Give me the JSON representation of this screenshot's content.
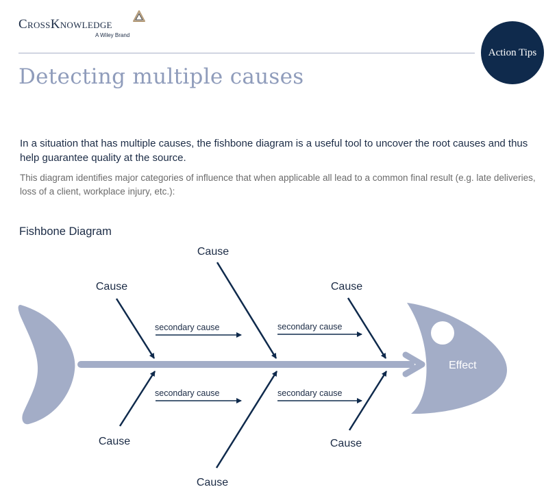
{
  "header": {
    "logo_text": "CrossKnowledge",
    "logo_subtext": "A Wiley Brand",
    "badge_label": "Action Tips"
  },
  "page": {
    "title": "Detecting multiple causes",
    "intro": "In a situation that has multiple causes, the fishbone diagram is a useful tool to uncover the root causes and thus help guarantee quality at the source.",
    "detail": "This diagram identifies major categories of influence that when applicable all lead to a common final result (e.g. late deliveries, loss of a client, workplace injury, etc.):",
    "section_heading": "Fishbone Diagram"
  },
  "diagram": {
    "cause_labels": [
      "Cause",
      "Cause",
      "Cause",
      "Cause",
      "Cause",
      "Cause"
    ],
    "secondary_labels": [
      "secondary cause",
      "secondary cause",
      "secondary cause",
      "secondary cause"
    ],
    "effect_label": "Effect"
  },
  "colors": {
    "navy": "#0f2a4c",
    "fish": "#a3adc7",
    "title": "#8f9cbb"
  }
}
